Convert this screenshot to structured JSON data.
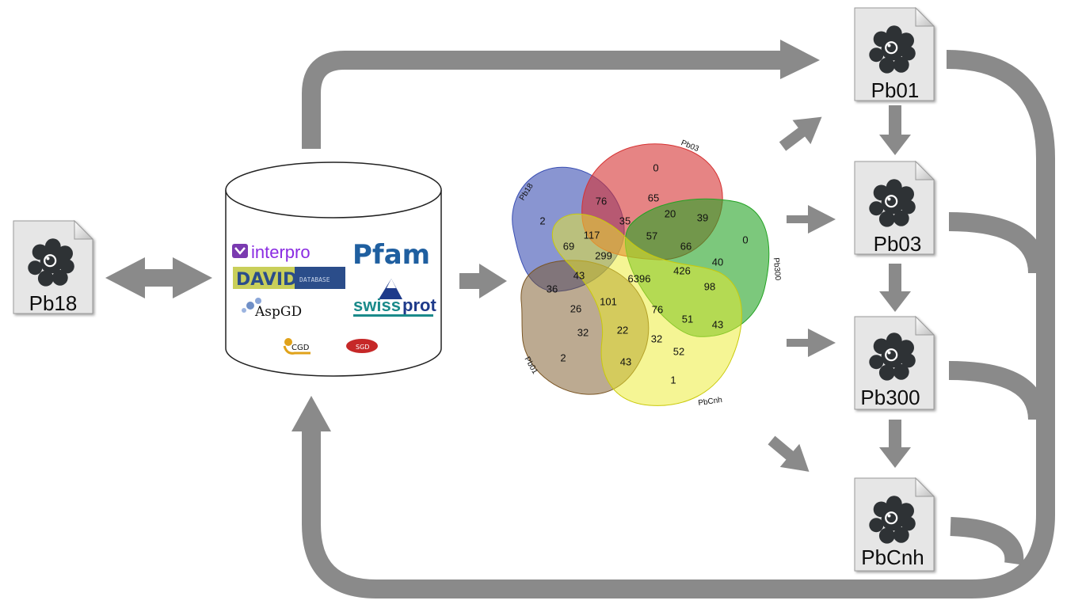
{
  "files": [
    {
      "id": "pb18",
      "label": "Pb18"
    },
    {
      "id": "pb01",
      "label": "Pb01"
    },
    {
      "id": "pb03",
      "label": "Pb03"
    },
    {
      "id": "pb300",
      "label": "Pb300"
    },
    {
      "id": "pbcnh",
      "label": "PbCnh"
    }
  ],
  "databases": {
    "interpro": "interpro",
    "pfam": "Pfam",
    "david_big": "DAVID",
    "david_small": "DATABASE",
    "aspgd": "AspGD",
    "swissprot_1": "swiss",
    "swissprot_2": "prot",
    "cgd": "CGD",
    "sgd": "SGD"
  },
  "venn": {
    "sets": [
      {
        "name": "Pb18",
        "color": "#3a4fb3"
      },
      {
        "name": "Pb03",
        "color": "#d63232"
      },
      {
        "name": "Pb300",
        "color": "#24a324"
      },
      {
        "name": "Pb01",
        "color": "#7a5523"
      },
      {
        "name": "PbCnh",
        "color": "#ecec2a"
      }
    ],
    "values": [
      "0",
      "76",
      "65",
      "20",
      "39",
      "2",
      "35",
      "57",
      "117",
      "69",
      "299",
      "66",
      "40",
      "0",
      "43",
      "6396",
      "426",
      "36",
      "101",
      "98",
      "26",
      "76",
      "51",
      "43",
      "32",
      "22",
      "32",
      "52",
      "2",
      "43",
      "1"
    ]
  },
  "colors": {
    "arrow": "#8a8a8a",
    "file_body": "#e6e6e6",
    "file_icon": "#2f3235"
  }
}
